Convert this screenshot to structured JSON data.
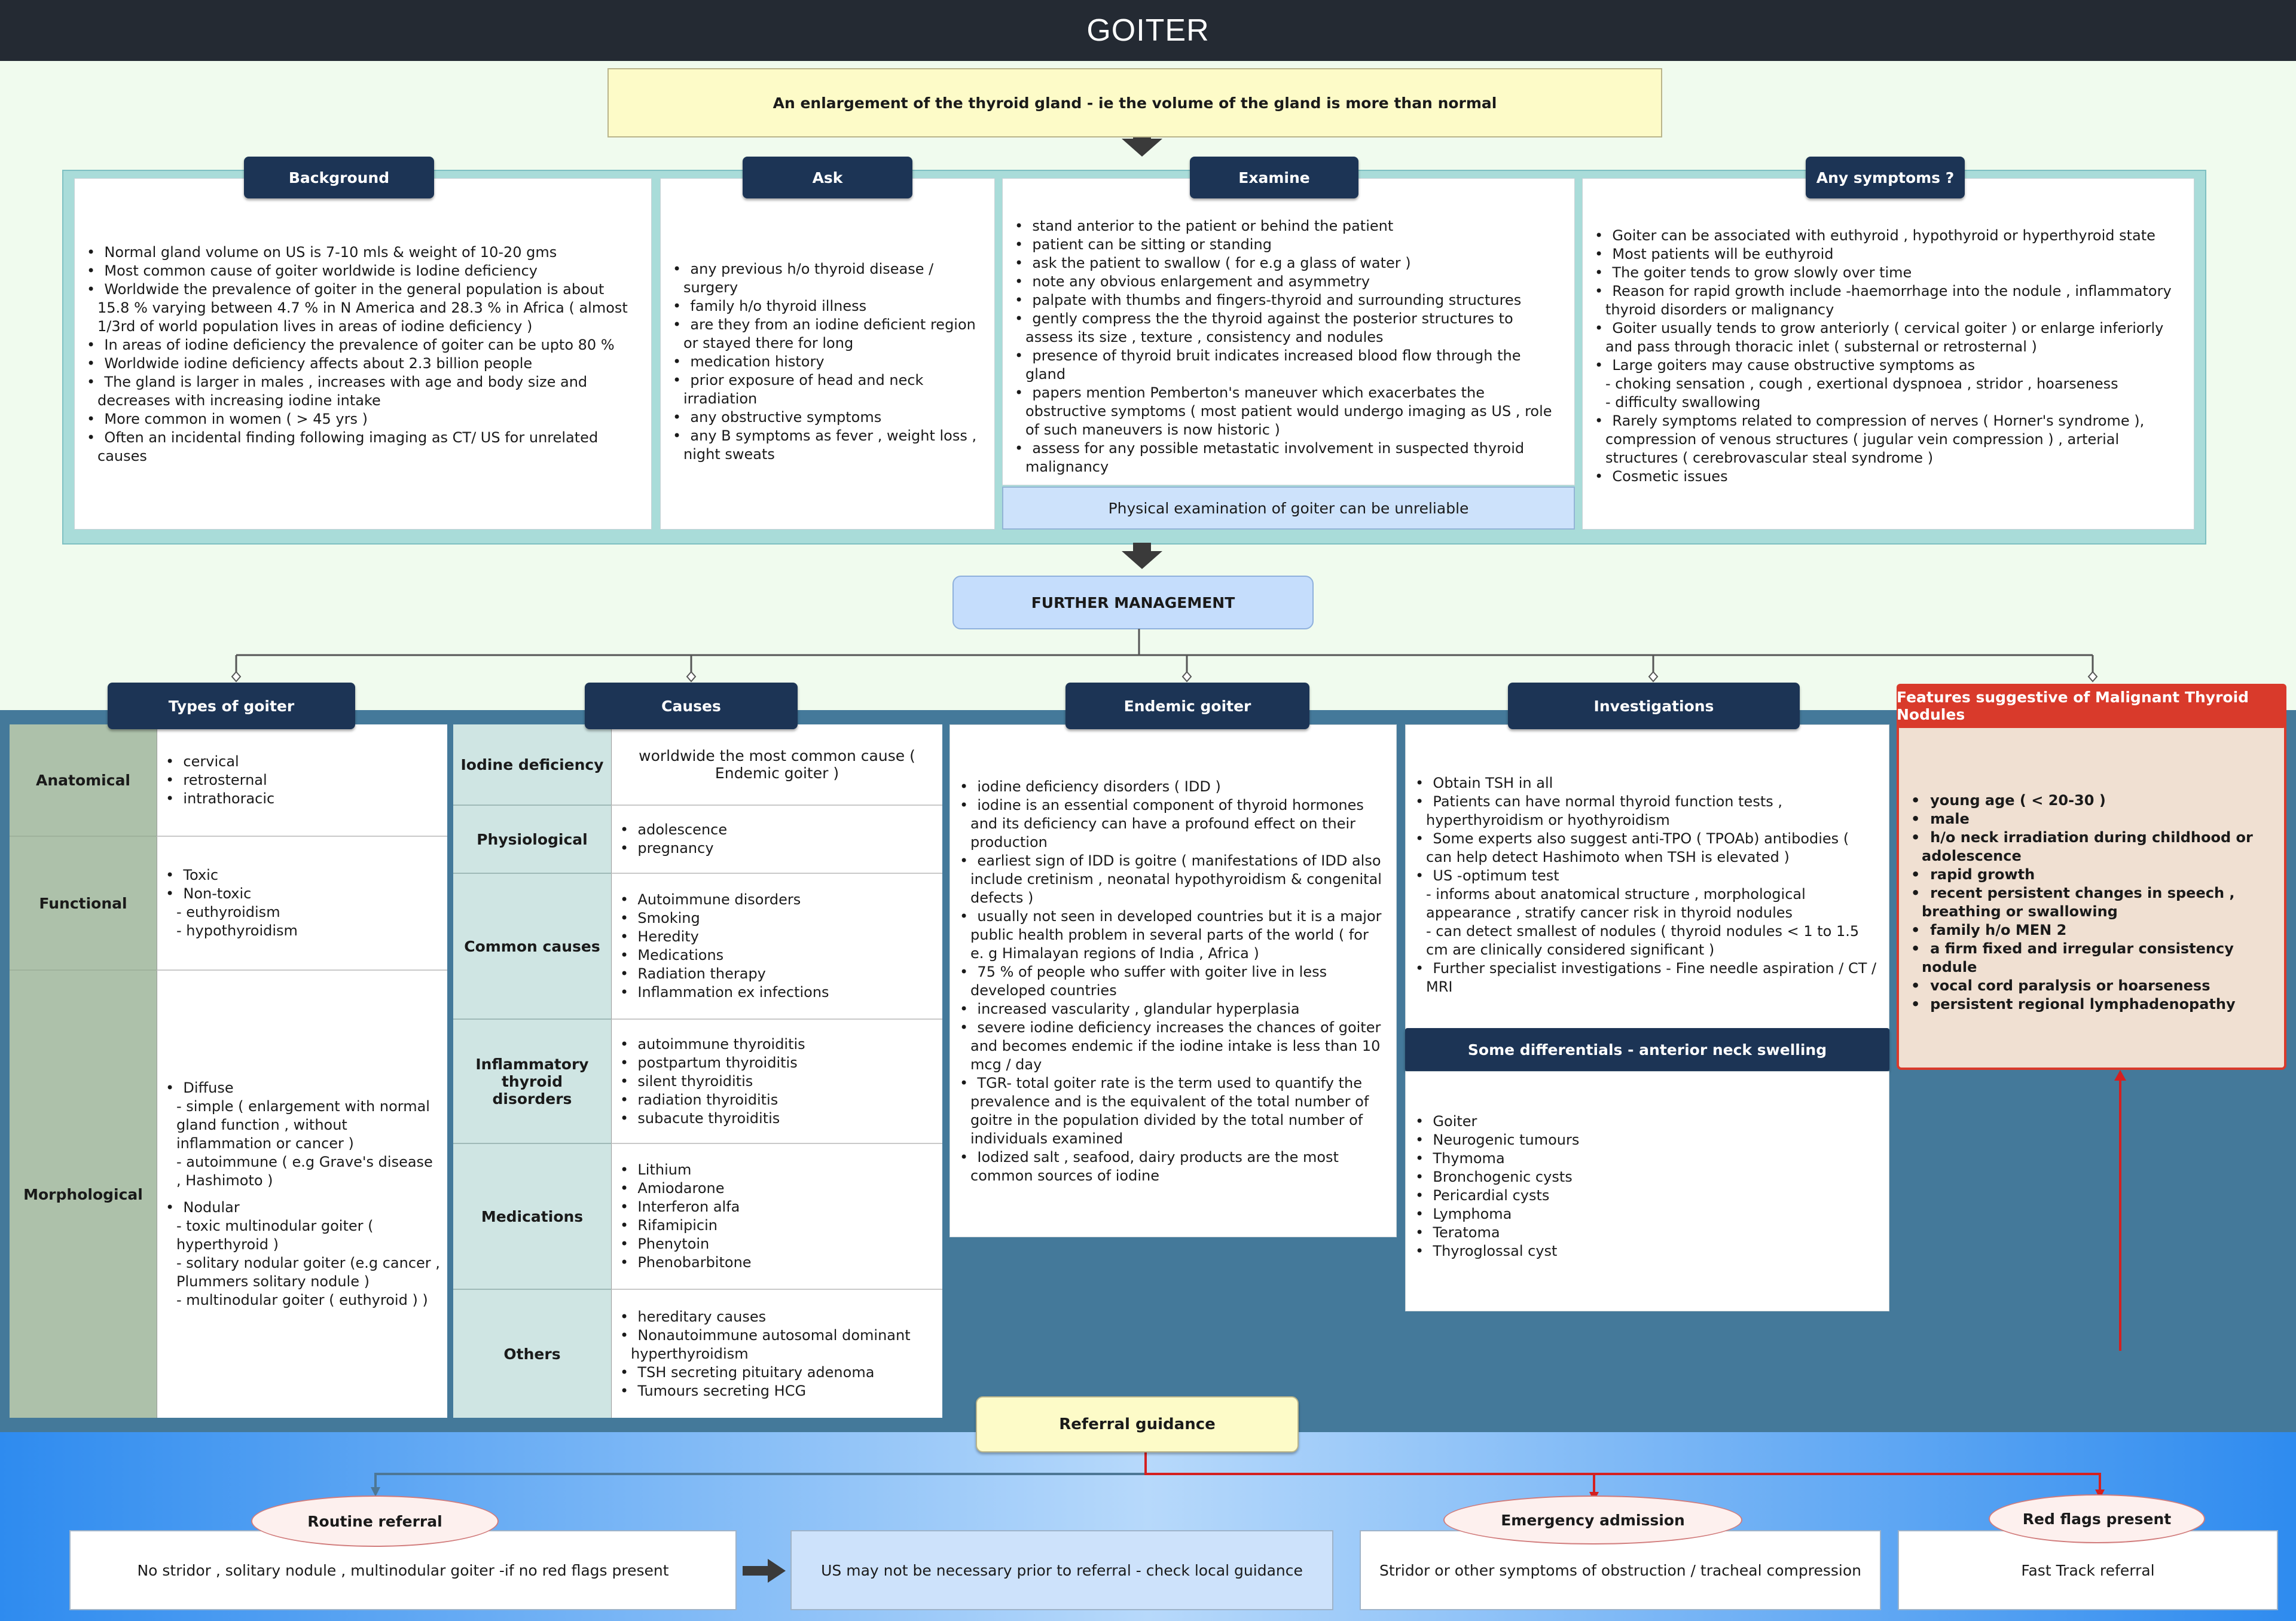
{
  "title": "GOITER",
  "definition": "An enlargement of the thyroid gland - ie the volume of the gland is more than normal",
  "background": {
    "header": "Background",
    "items": [
      "Normal gland volume on US is 7-10 mls & weight of 10-20 gms",
      "Most common cause of goiter worldwide is Iodine deficiency",
      "Worldwide the prevalence of goiter in the general population is about 15.8 % varying between 4.7 % in N America and 28.3 % in Africa ( almost 1/3rd of world population lives in areas of iodine deficiency )",
      "In areas of iodine deficiency the prevalence of goiter can be upto 80 %",
      "Worldwide iodine deficiency affects about 2.3 billion people",
      "The gland is larger in males , increases with age and body size and decreases with increasing iodine intake",
      "More common in women ( > 45 yrs )",
      "Often an incidental finding following imaging as CT/ US for unrelated causes"
    ]
  },
  "ask": {
    "header": "Ask",
    "items": [
      "any previous h/o thyroid disease / surgery",
      "family h/o thyroid illness",
      "are they from an iodine deficient region or stayed there for long",
      "medication history",
      "prior exposure of head and neck irradiation",
      "any obstructive symptoms",
      "any B symptoms as fever , weight loss , night sweats"
    ]
  },
  "examine": {
    "header": "Examine",
    "items": [
      "stand anterior to the patient or behind the patient",
      "patient can be sitting or standing",
      "ask the patient to swallow ( for e.g a glass of water )",
      "note any obvious enlargement and asymmetry",
      "palpate with thumbs and fingers-thyroid and surrounding structures",
      "gently compress the the thyroid against the posterior structures to assess its size , texture , consistency and nodules",
      "presence of thyroid bruit indicates increased blood flow through the gland",
      "papers mention Pemberton's maneuver which exacerbates the obstructive symptoms ( most patient would undergo imaging as US , role of such maneuvers is now historic )",
      "assess for any possible metastatic involvement in suspected thyroid malignancy"
    ],
    "note": "Physical examination of goiter can be unreliable"
  },
  "symptoms": {
    "header": "Any symptoms ?",
    "items": [
      {
        "t": "Goiter can be associated with euthyroid , hypothyroid or hyperthyroid state"
      },
      {
        "t": "Most patients will be euthyroid"
      },
      {
        "t": "The goiter tends to grow slowly over time"
      },
      {
        "t": "Reason for rapid growth include -haemorrhage into the nodule , inflammatory thyroid disorders or malignancy"
      },
      {
        "t": "Goiter usually tends to grow anteriorly ( cervical goiter ) or enlarge inferiorly and pass through thoracic inlet ( substernal or retrosternal )"
      },
      {
        "t": "Large goiters may cause obstructive symptoms as"
      },
      {
        "t": "- choking sensation , cough , exertional dyspnoea , stridor , hoarseness",
        "sub": true
      },
      {
        "t": "- difficulty swallowing",
        "sub": true
      },
      {
        "t": "Rarely symptoms related to compression of nerves ( Horner's syndrome ), compression of venous structures ( jugular vein compression ) , arterial structures ( cerebrovascular steal syndrome )"
      },
      {
        "t": "Cosmetic issues"
      }
    ]
  },
  "further_management": "FURTHER MANAGEMENT",
  "types": {
    "header": "Types of goiter",
    "rows": [
      {
        "label": "Anatomical",
        "items": [
          {
            "t": "cervical"
          },
          {
            "t": "retrosternal"
          },
          {
            "t": "intrathoracic"
          }
        ]
      },
      {
        "label": "Functional",
        "items": [
          {
            "t": "Toxic"
          },
          {
            "t": "Non-toxic"
          },
          {
            "t": "- euthyroidism",
            "sub": true
          },
          {
            "t": "- hypothyroidism",
            "sub": true
          }
        ]
      },
      {
        "label": "Morphological",
        "items": [
          {
            "t": "Diffuse"
          },
          {
            "t": "- simple ( enlargement with normal gland function , without inflammation or cancer )",
            "sub": true
          },
          {
            "t": "- autoimmune ( e.g Grave's disease , Hashimoto )",
            "sub": true
          },
          {
            "t": "",
            "gap": true
          },
          {
            "t": "Nodular"
          },
          {
            "t": "- toxic multinodular goiter ( hyperthyroid )",
            "sub": true
          },
          {
            "t": "- solitary nodular goiter (e.g cancer , Plummers solitary nodule )",
            "sub": true
          },
          {
            "t": "- multinodular goiter ( euthyroid ) )",
            "sub": true
          }
        ]
      }
    ]
  },
  "causes": {
    "header": "Causes",
    "rows": [
      {
        "label": "Iodine deficiency",
        "text": "worldwide the most common cause ( Endemic goiter )"
      },
      {
        "label": "Physiological",
        "items": [
          "adolescence",
          "pregnancy"
        ]
      },
      {
        "label": "Common causes",
        "items": [
          "Autoimmune disorders",
          "Smoking",
          "Heredity",
          "Medications",
          "Radiation therapy",
          "Inflammation ex infections"
        ]
      },
      {
        "label": "Inflammatory thyroid disorders",
        "items": [
          "autoimmune thyroiditis",
          "postpartum thyroiditis",
          "silent thyroiditis",
          "radiation thyroiditis",
          "subacute thyroiditis"
        ]
      },
      {
        "label": "Medications",
        "items": [
          "Lithium",
          "Amiodarone",
          "Interferon alfa",
          "Rifamipicin",
          "Phenytoin",
          "Phenobarbitone"
        ]
      },
      {
        "label": "Others",
        "items": [
          "hereditary causes",
          "Nonautoimmune autosomal dominant hyperthyroidism",
          "TSH secreting pituitary adenoma",
          "Tumours secreting HCG"
        ]
      }
    ]
  },
  "endemic": {
    "header": "Endemic goiter",
    "items": [
      "iodine deficiency disorders ( IDD )",
      "iodine is an essential component of  thyroid hormones and its deficiency can have a profound effect on their production",
      "earliest sign of IDD is goitre ( manifestations of IDD also include cretinism , neonatal hypothyroidism & congenital defects )",
      "usually not seen in developed countries but it is a major public health problem in several parts of the world ( for e. g Himalayan regions of India , Africa )",
      "75 % of people who suffer with goiter live in less developed countries",
      "increased vascularity , glandular hyperplasia",
      "severe iodine deficiency increases the chances of goiter and becomes endemic if the iodine intake is less than 10 mcg / day",
      "TGR- total goiter rate is the term used to quantify the prevalence and is the equivalent of the total number of goitre in the population divided by the total number of individuals examined",
      "Iodized salt , seafood, dairy products  are the most common sources of iodine"
    ]
  },
  "investigations": {
    "header": "Investigations",
    "items": [
      {
        "t": "Obtain TSH in all"
      },
      {
        "t": "Patients can have normal thyroid function tests , hyperthyroidism or hyothyroidism"
      },
      {
        "t": "Some experts also suggest anti-TPO ( TPOAb) antibodies ( can help detect Hashimoto when TSH is elevated )"
      },
      {
        "t": "US -optimum test"
      },
      {
        "t": "- informs about anatomical structure , morphological appearance , stratify cancer risk in thyroid nodules",
        "sub": true
      },
      {
        "t": "- can detect smallest of nodules ( thyroid nodules < 1 to 1.5 cm are clinically considered significant )",
        "sub": true
      },
      {
        "t": "Further specialist investigations - Fine needle aspiration / CT / MRI"
      }
    ]
  },
  "differentials": {
    "header": "Some differentials - anterior neck swelling",
    "items": [
      "Goiter",
      "Neurogenic tumours",
      "Thymoma",
      "Bronchogenic cysts",
      "Pericardial cysts",
      "Lymphoma",
      "Teratoma",
      "Thyroglossal cyst"
    ]
  },
  "malignant": {
    "header": "Features suggestive of Malignant Thyroid Nodules",
    "items": [
      "young age ( < 20-30 )",
      "male",
      "h/o neck irradiation during childhood or adolescence",
      "rapid growth",
      "recent persistent changes in speech , breathing or swallowing",
      "family h/o MEN 2",
      "a firm fixed and irregular consistency nodule",
      "vocal cord paralysis or hoarseness",
      "persistent regional lymphadenopathy"
    ]
  },
  "referral": {
    "header": "Referral guidance",
    "routine": {
      "label": "Routine referral",
      "text": "No stridor , solitary nodule , multinodular goiter -if no red flags present"
    },
    "us_note": "US may not be necessary prior to referral - check local guidance",
    "emergency": {
      "label": "Emergency admission",
      "text": "Stridor or other symptoms of obstruction / tracheal compression"
    },
    "red_flags": {
      "label": "Red flags present",
      "text": "Fast Track referral"
    }
  },
  "colors": {
    "title_bg": "#242a33",
    "header_bg": "#1c3455",
    "red": "#d93a2b",
    "teal_band": "#a9dcd9",
    "blue_band": "#44799a"
  }
}
